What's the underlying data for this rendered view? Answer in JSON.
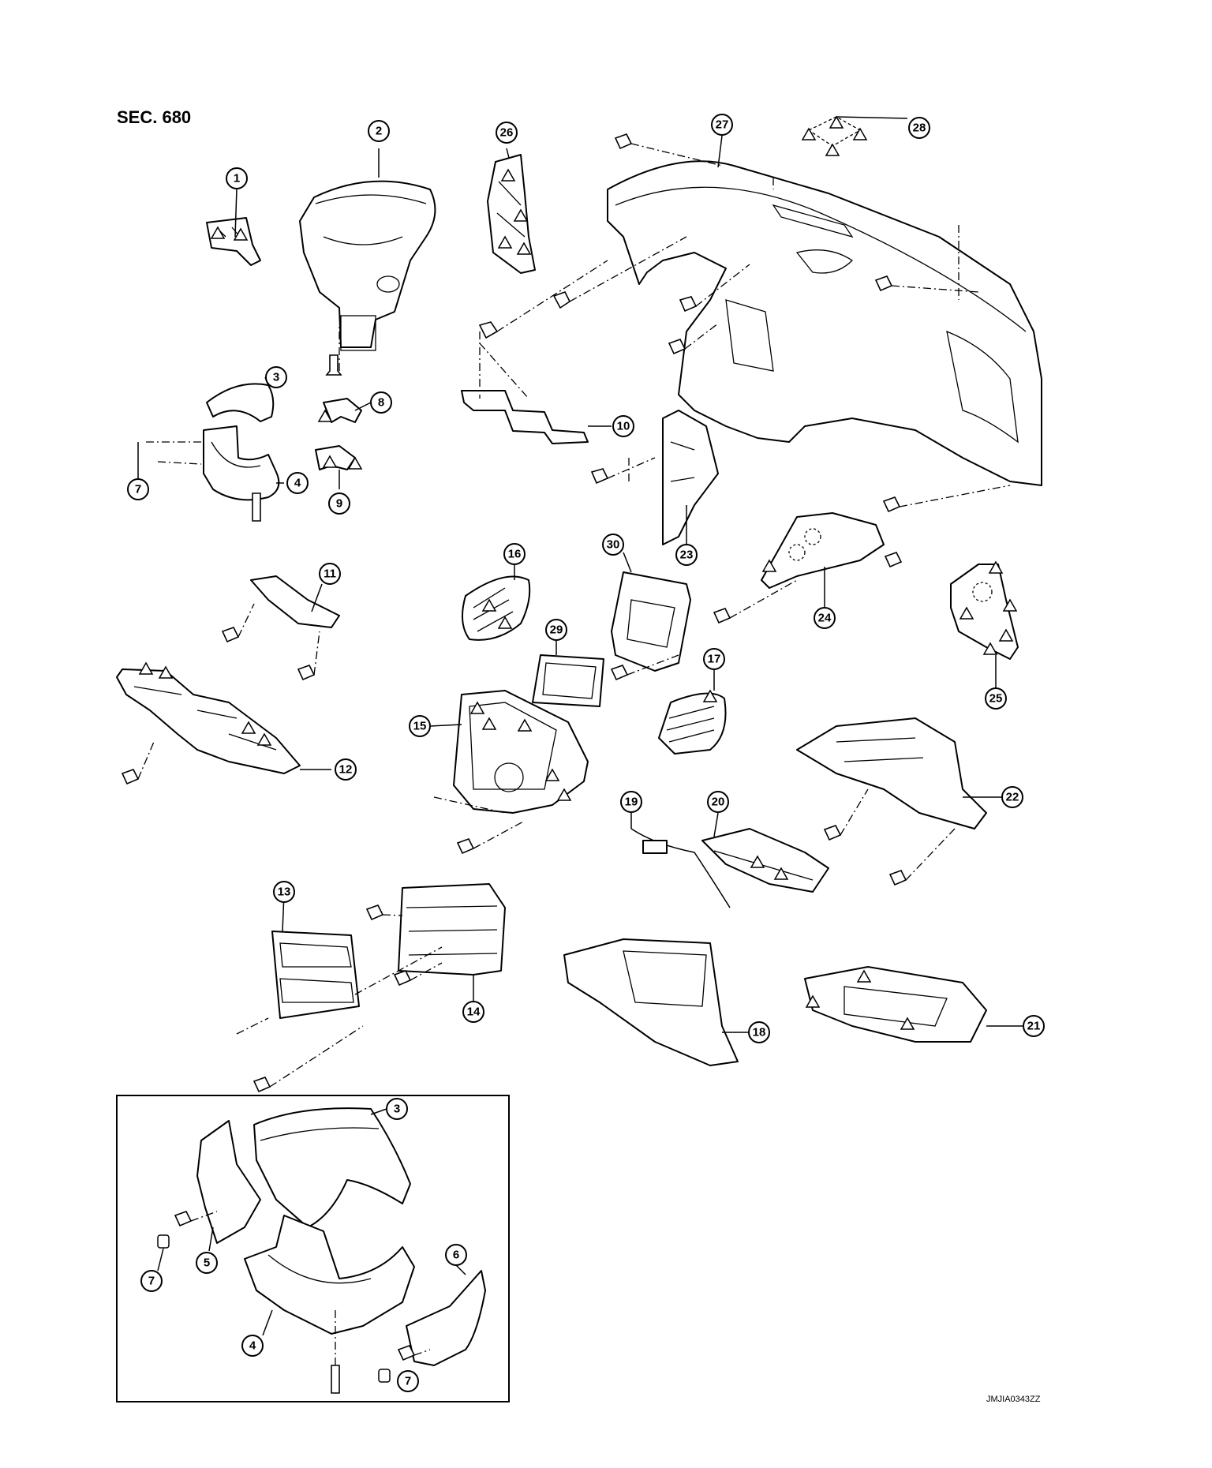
{
  "section_label": "SEC. 680",
  "figure_code": "JMJIA0343ZZ",
  "callouts": [
    "1",
    "2",
    "3",
    "4",
    "5",
    "6",
    "7",
    "8",
    "9",
    "10",
    "11",
    "12",
    "13",
    "14",
    "15",
    "16",
    "17",
    "18",
    "19",
    "20",
    "21",
    "22",
    "23",
    "24",
    "25",
    "26",
    "27",
    "28",
    "29",
    "30"
  ]
}
